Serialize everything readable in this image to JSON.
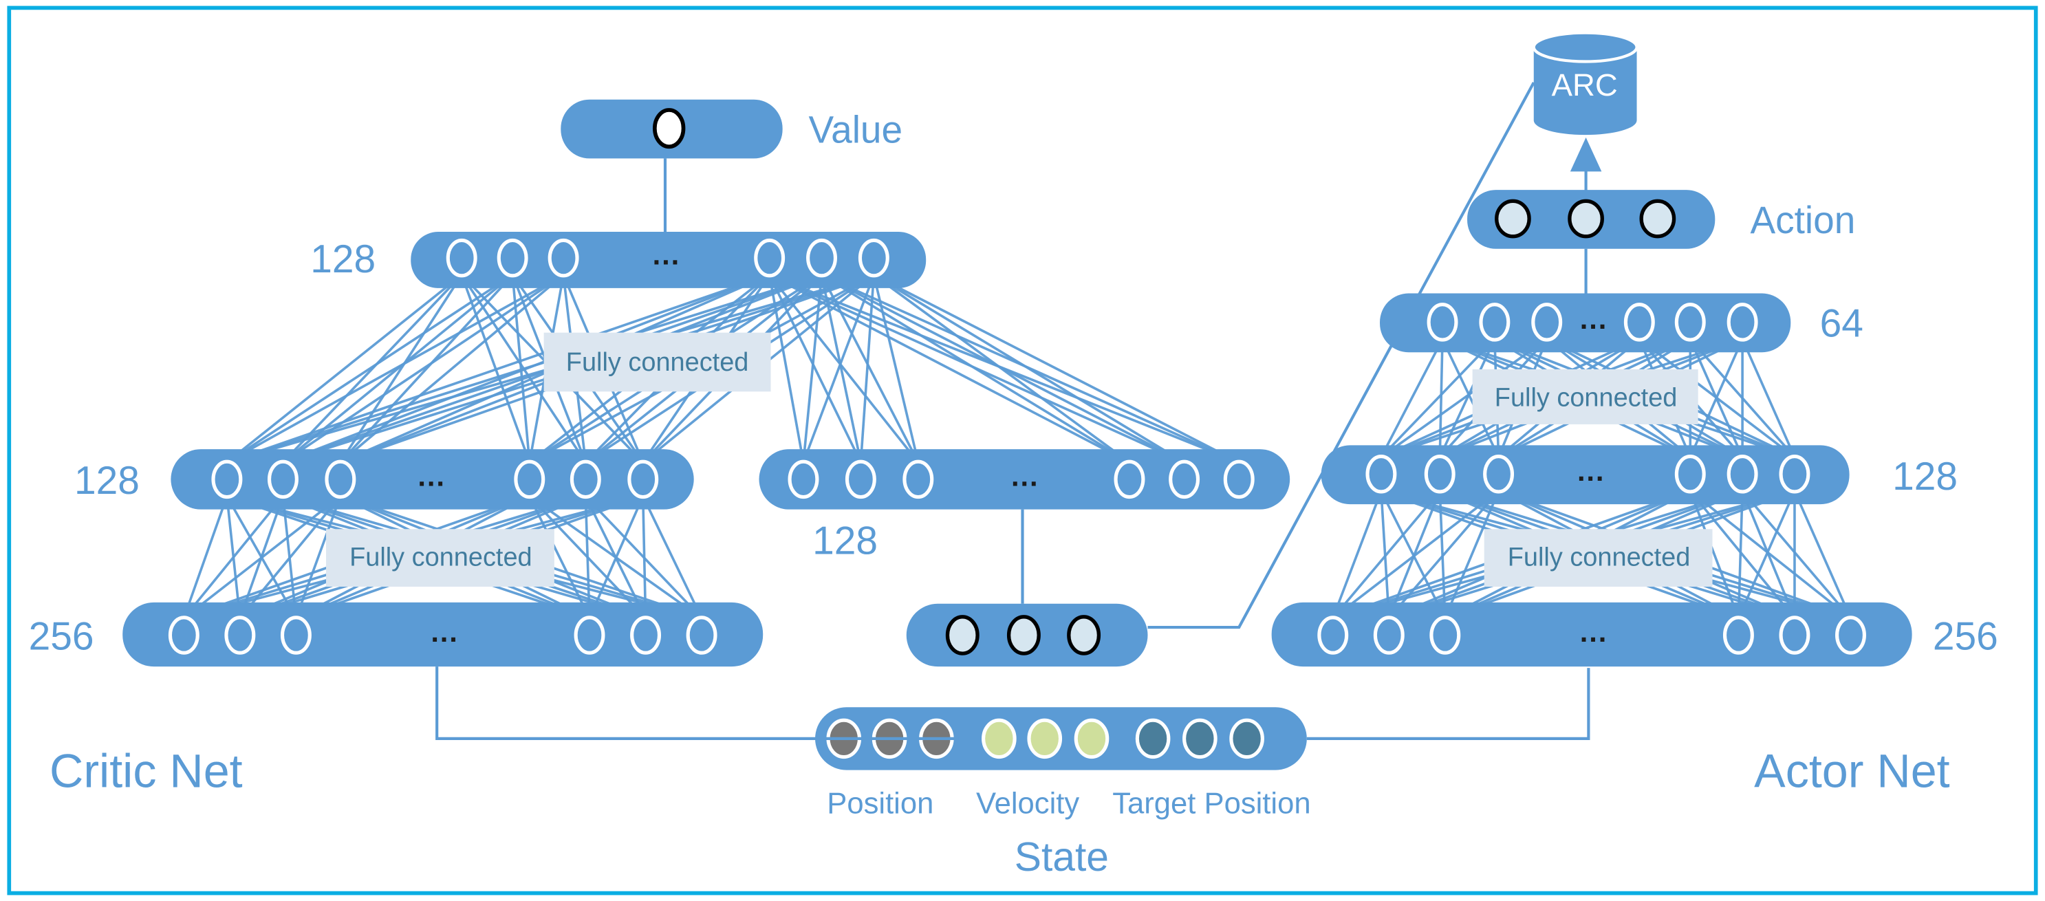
{
  "colors": {
    "frame_border": "#0baee3",
    "pill_blue": "#5b9bd5",
    "connector_blue": "#5b9bd5",
    "label_blue": "#5b9bd5",
    "fc_box_bg": "#dce6f0",
    "fc_text": "#417c9e",
    "node_outline_white": "#ffffff",
    "node_outline_black": "#000000",
    "value_node_fill": "#ffffff",
    "action_node_fill": "#d6e6f0",
    "state_position_fill": "#787878",
    "state_velocity_fill": "#cfdf9c",
    "state_target_fill": "#4a7e9b",
    "arc_text": "#ffffff",
    "ellipsis_color": "#1b1b1b"
  },
  "critic": {
    "title": "Critic Net",
    "output_label": "Value",
    "hidden_top_label": "128",
    "hidden_mid_label": "128",
    "input_label": "256",
    "action_branch_label": "128",
    "fc_top_label": "Fully connected",
    "fc_bottom_label": "Fully connected"
  },
  "actor": {
    "title": "Actor Net",
    "output_label": "Action",
    "buffer_label": "ARC",
    "hidden_top_label": "64",
    "hidden_mid_label": "128",
    "input_label": "256",
    "fc_top_label": "Fully connected",
    "fc_bottom_label": "Fully connected"
  },
  "state": {
    "label": "State",
    "position_label": "Position",
    "velocity_label": "Velocity",
    "target_label": "Target Position"
  },
  "ellipsis": "..."
}
